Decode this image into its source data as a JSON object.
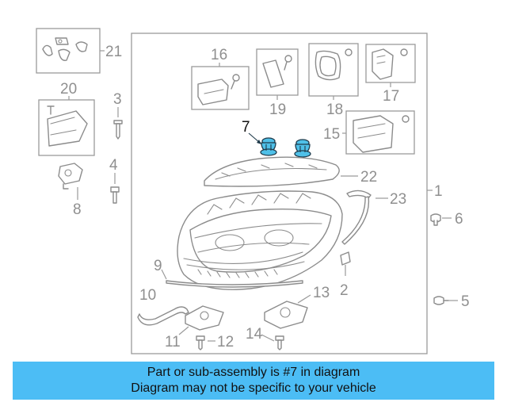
{
  "diagram": {
    "callouts": [
      "1",
      "2",
      "3",
      "4",
      "5",
      "6",
      "7",
      "8",
      "9",
      "10",
      "11",
      "12",
      "13",
      "14",
      "15",
      "16",
      "17",
      "18",
      "19",
      "20",
      "21",
      "22",
      "23"
    ],
    "highlighted_part": "7",
    "highlight_color": "#4fc0e8",
    "frame_color": "#9a9a9a",
    "line_color": "#8c8c8c"
  },
  "banner": {
    "line1": "Part or sub-assembly is #7 in diagram",
    "line2": "Diagram may not be specific to your vehicle",
    "background": "#4cbdf5"
  }
}
